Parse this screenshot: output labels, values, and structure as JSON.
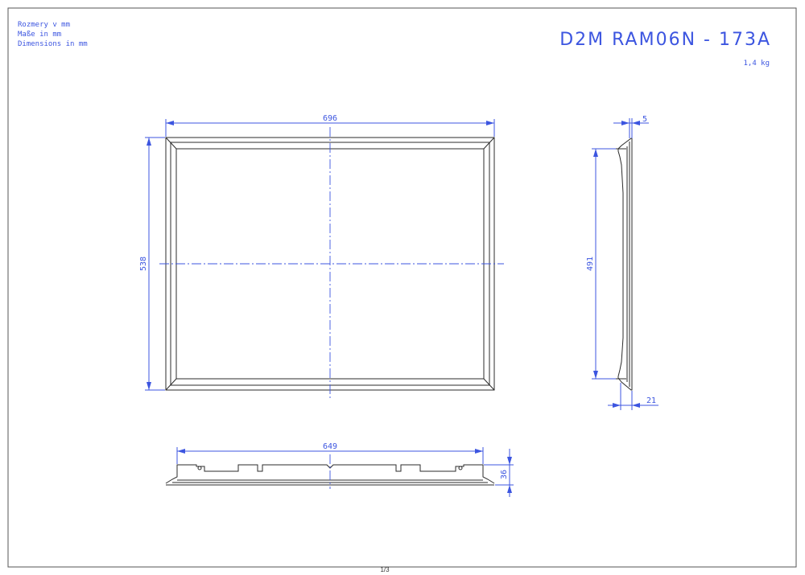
{
  "header": {
    "units_lines": [
      "Rozmery v mm",
      "Maße in mm",
      "Dimensions in mm"
    ],
    "part_number": "D2M RAM06N - 173A",
    "weight": "1,4 kg"
  },
  "dimensions": {
    "front_width": "696",
    "front_height": "538",
    "side_inner_height": "491",
    "side_top_depth": "5",
    "side_bottom_depth": "21",
    "bottom_length": "649",
    "bottom_height": "36"
  },
  "footer": {
    "page": "1/3"
  },
  "colors": {
    "dimension": "#3c55e0",
    "outline": "#2b2b2b",
    "border": "#555555"
  }
}
